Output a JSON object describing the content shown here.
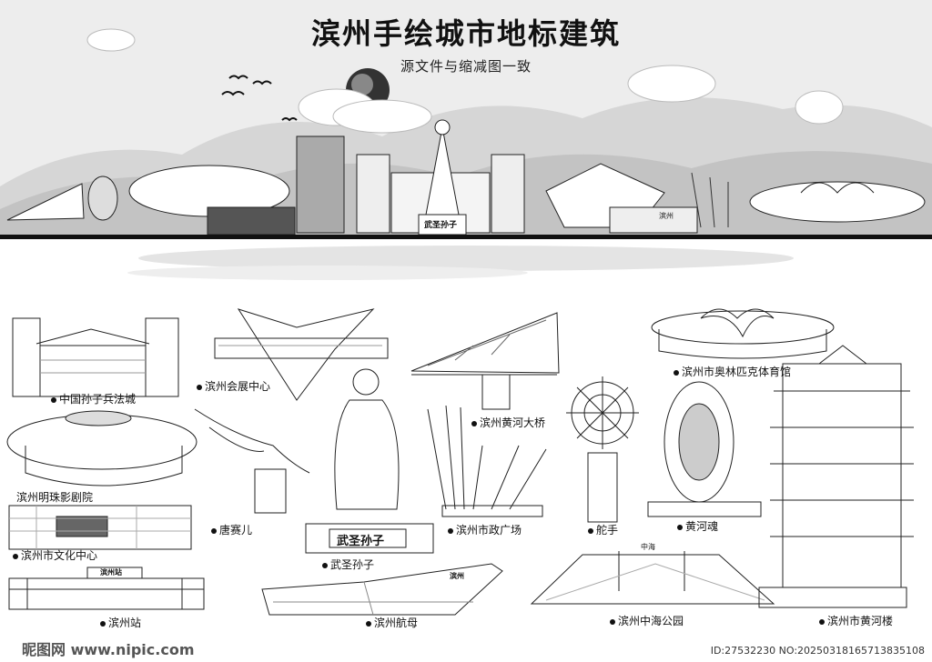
{
  "header": {
    "title": "滨州手绘城市地标建筑",
    "subtitle": "源文件与缩减图一致"
  },
  "skyline": {
    "statue_plaque": "武圣孙子",
    "station_sign": "滨州"
  },
  "landmarks": [
    {
      "label": "中国孙子兵法城"
    },
    {
      "label": "滨州会展中心"
    },
    {
      "label": "滨州黄河大桥"
    },
    {
      "label": "滨州市奥林匹克体育馆"
    },
    {
      "label": "滨州明珠影剧院"
    },
    {
      "label": "唐赛儿"
    },
    {
      "label": "滨州市政广场"
    },
    {
      "label": "舵手"
    },
    {
      "label": "黄河魂"
    },
    {
      "label": "滨州市文化中心"
    },
    {
      "label": "武圣孙子"
    },
    {
      "label": "滨州站"
    },
    {
      "label": "滨州航母"
    },
    {
      "label": "滨州中海公园"
    },
    {
      "label": "滨州市黄河楼"
    }
  ],
  "drawing_text": {
    "plaque": "武圣孙子",
    "station_sign": "滨州站",
    "carrier_sign": "滨州",
    "park_gate": "中海"
  },
  "watermark": {
    "logo": "昵图网 www.nipic.com",
    "id": "ID:27532230 NO:20250318165713835108"
  }
}
